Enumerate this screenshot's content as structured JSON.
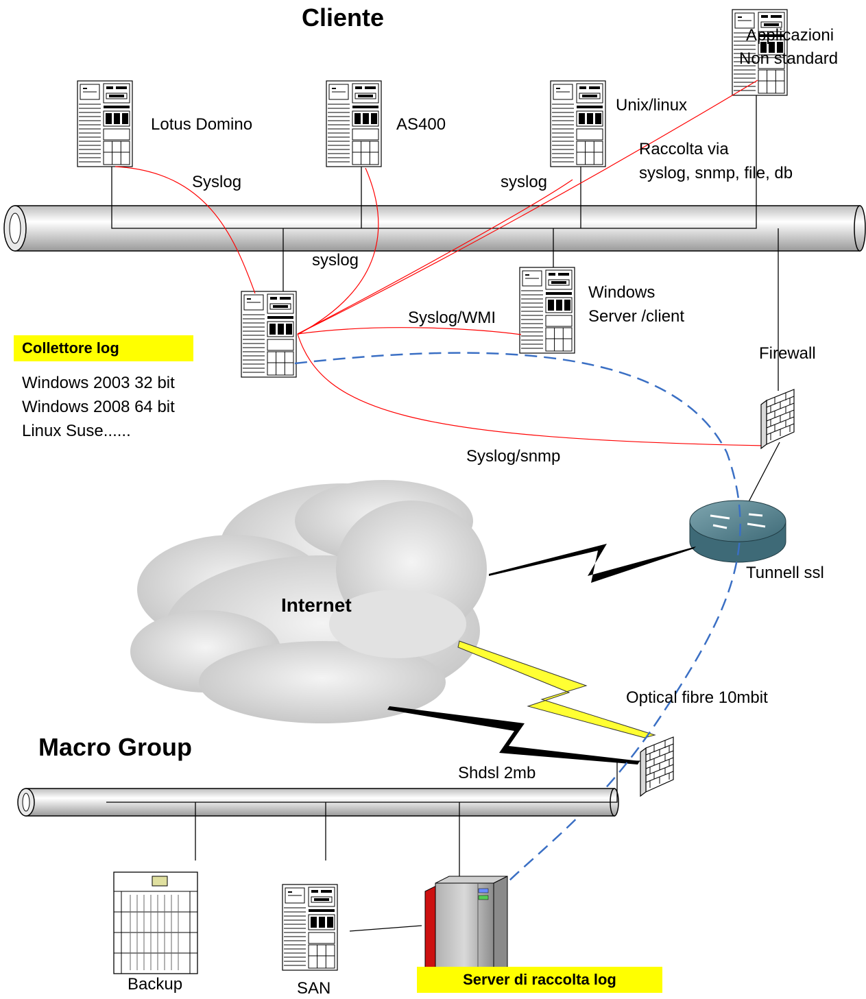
{
  "titles": {
    "client": "Cliente",
    "group": "Macro Group",
    "internet": "Internet"
  },
  "servers": {
    "lotus": "Lotus Domino",
    "as400": "AS400",
    "unix": "Unix/linux",
    "apps_line1": "Applicazioni",
    "apps_line2": "Non standard",
    "windows_line1": "Windows",
    "windows_line2": "Server /client"
  },
  "protocols": {
    "syslog_lotus": "Syslog",
    "syslog_as400": "syslog",
    "syslog_unix": "syslog",
    "raccolta_line1": "Raccolta via",
    "raccolta_line2": "syslog, snmp, file, db",
    "syslog_wmi": "Syslog/WMI",
    "syslog_snmp": "Syslog/snmp"
  },
  "collector": {
    "label": "Collettore log",
    "os": [
      "Windows 2003 32 bit",
      "Windows 2008 64 bit",
      "Linux Suse......"
    ]
  },
  "network": {
    "firewall": "Firewall",
    "tunnel": "Tunnell ssl",
    "optical": "Optical fibre 10mbit",
    "shdsl": "Shdsl 2mb"
  },
  "group_devices": {
    "backup": "Backup",
    "san": "SAN",
    "log_server": "Server di raccolta log"
  },
  "colors": {
    "highlight": "#ffff00",
    "syslog_line": "#ff0000",
    "tunnel_line": "#3a6fc4",
    "bolt_dark": "#000000",
    "bolt_yellow": "#ffff33"
  }
}
